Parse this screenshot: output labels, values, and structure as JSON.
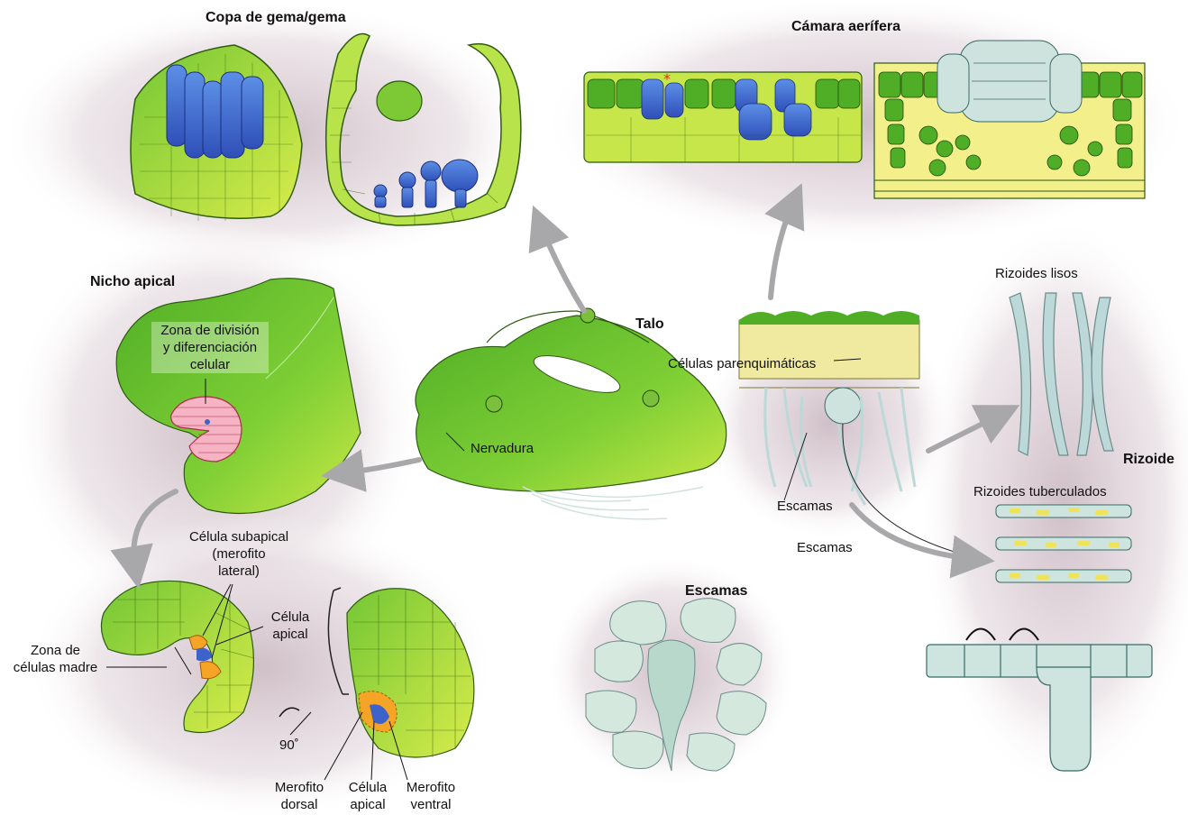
{
  "titles": {
    "copa": "Copa de gema/gema",
    "camara": "Cámara aerífera",
    "nicho": "Nicho apical",
    "talo": "Talo",
    "rizoide": "Rizoide",
    "escamas": "Escamas"
  },
  "labels": {
    "zona_division_1": "Zona de división",
    "zona_division_2": "y diferenciación",
    "zona_division_3": "celular",
    "nervadura": "Nervadura",
    "celulas_parenquimaticas": "Células parenquimáticas",
    "escamas_a": "Escamas",
    "escamas_b": "Escamas",
    "rizoides_lisos": "Rizoides lisos",
    "rizoides_tuberculados": "Rizoides tuberculados",
    "celula_subapical_1": "Célula subapical",
    "celula_subapical_2": "(merofito",
    "celula_subapical_3": "lateral)",
    "celula_apical_top_1": "Célula",
    "celula_apical_top_2": "apical",
    "zona_madre_1": "Zona de",
    "zona_madre_2": "células madre",
    "rotation": "90˚",
    "merofito_dorsal_1": "Merofito",
    "merofito_dorsal_2": "dorsal",
    "celula_apical_bottom_1": "Célula",
    "celula_apical_bottom_2": "apical",
    "merofito_ventral_1": "Merofito",
    "merofito_ventral_2": "ventral"
  },
  "colors": {
    "thallus_green": "#5fbf2a",
    "cell_green": "#8fd13a",
    "gemma_blue": "#3d62c9",
    "background_halo": "#d9ccd2",
    "rhizoid_blue": "#bcd8d8",
    "orange": "#f6a425",
    "arrow_grey": "#a8a8ab"
  }
}
